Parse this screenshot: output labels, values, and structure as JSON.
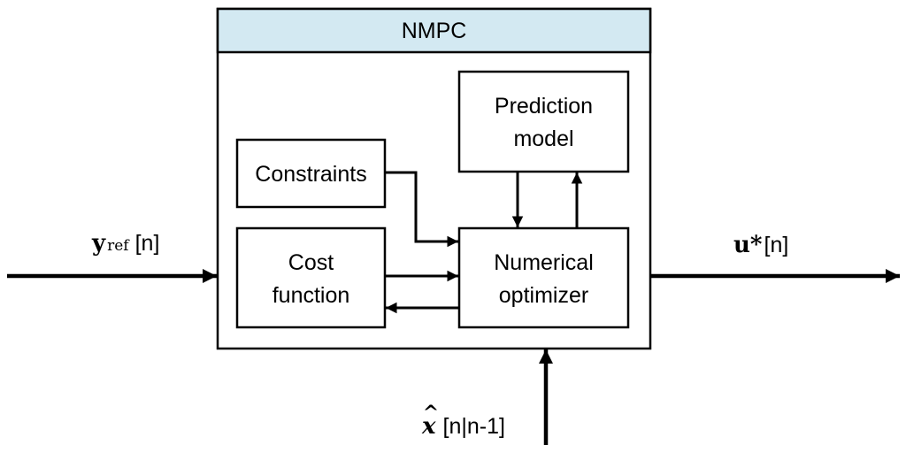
{
  "nmpc": {
    "title": "NMPC",
    "header_color": "#d3e9f2"
  },
  "blocks": {
    "constraints": "Constraints",
    "cost_function": [
      "Cost",
      "function"
    ],
    "numerical_optimizer": [
      "Numerical",
      "optimizer"
    ],
    "prediction_model": [
      "Prediction",
      "model"
    ]
  },
  "signals": {
    "input_reference": {
      "symbol": "y",
      "subscript": "ref",
      "argument": "[n]"
    },
    "output_control": {
      "symbol": "u*",
      "argument": "[n]"
    },
    "state_estimate": {
      "symbol": "x",
      "accent": "^",
      "argument": "[n|n-1]"
    }
  }
}
